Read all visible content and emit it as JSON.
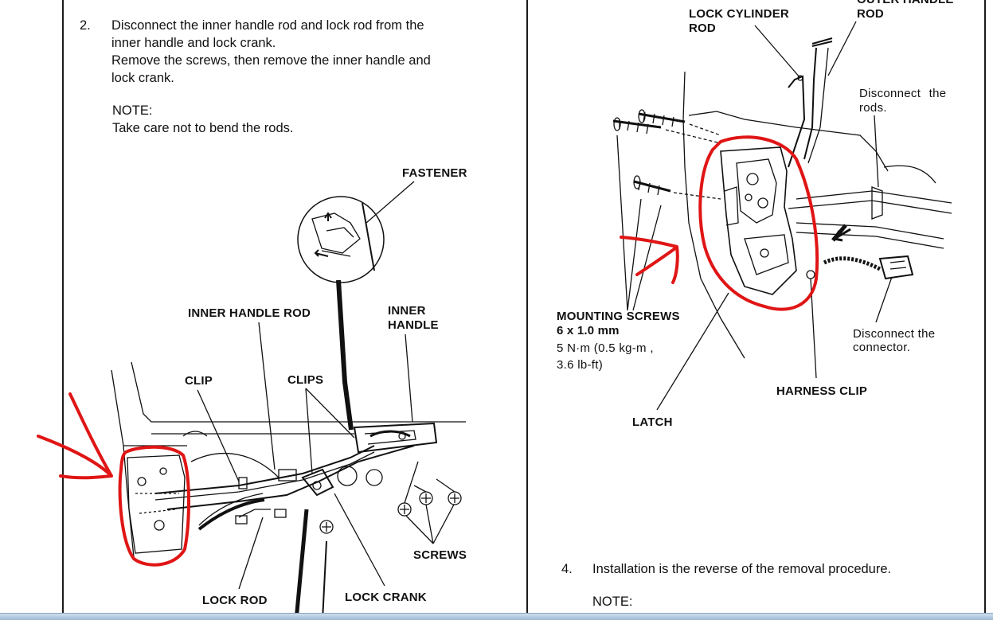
{
  "left": {
    "step2": {
      "number": "2.",
      "line1": "Disconnect the inner handle rod and lock rod from the",
      "line2": "inner handle and lock crank.",
      "line3": "Remove the screws, then remove the inner handle and",
      "line4": "lock crank."
    },
    "note": {
      "heading": "NOTE:",
      "text": "Take care not to bend the rods."
    },
    "labels": {
      "fastener": "FASTENER",
      "inner_handle_rod": "INNER HANDLE ROD",
      "inner_handle_1": "INNER",
      "inner_handle_2": "HANDLE",
      "clip": "CLIP",
      "clips": "CLIPS",
      "screws": "SCREWS",
      "lock_rod": "LOCK ROD",
      "lock_crank": "LOCK CRANK"
    }
  },
  "right": {
    "labels": {
      "lock_cylinder_rod_1": "LOCK CYLINDER",
      "lock_cylinder_rod_2": "ROD",
      "outer_handle_rod_1": "OUTER HANDLE",
      "outer_handle_rod_2": "ROD",
      "disconnect_rods_1": "Disconnect the",
      "disconnect_rods_2": "rods.",
      "mounting_screws": "MOUNTING SCREWS",
      "screw_size": "6 x 1.0 mm",
      "torque_1": "5  N·m (0.5  kg-m ,",
      "torque_2": "3.6  lb-ft)",
      "disconnect_connector_1": "Disconnect  the",
      "disconnect_connector_2": "connector.",
      "harness_clip": "HARNESS CLIP",
      "latch": "LATCH"
    },
    "step4": {
      "number": "4.",
      "text": "Installation is the reverse of the removal procedure."
    },
    "note": {
      "heading": "NOTE:"
    }
  },
  "annotation_color": "#e01515"
}
